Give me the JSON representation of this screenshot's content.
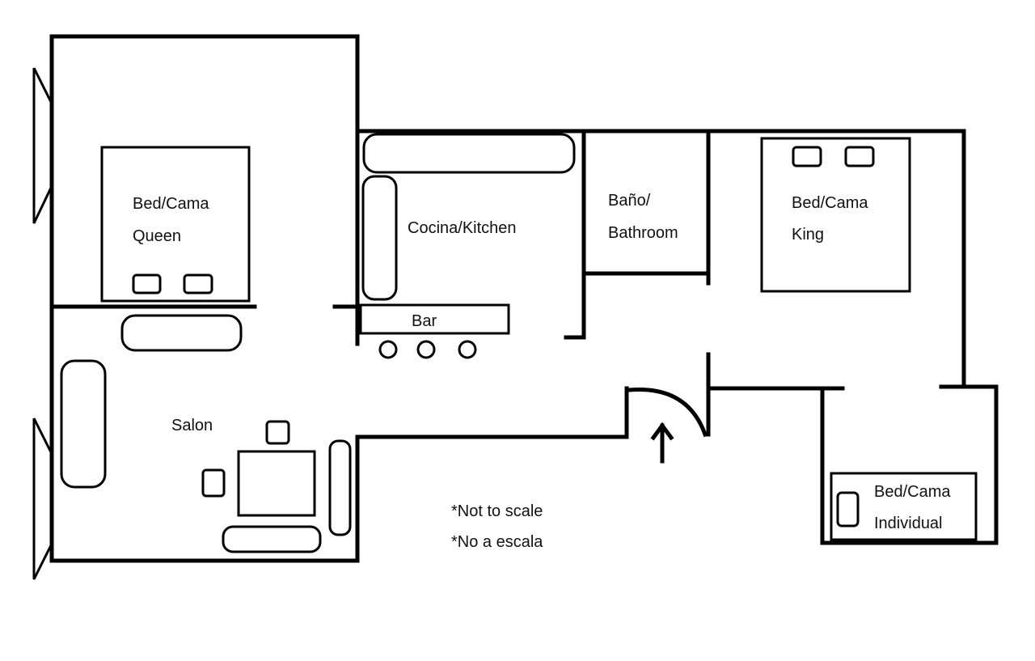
{
  "labels": {
    "bedroom_queen": {
      "line1": "Bed/Cama",
      "line2": "Queen"
    },
    "kitchen": "Cocina/Kitchen",
    "bar": "Bar",
    "bathroom": {
      "line1": "Baño/",
      "line2": "Bathroom"
    },
    "bedroom_king": {
      "line1": "Bed/Cama",
      "line2": "King"
    },
    "living": "Salon",
    "bedroom_single": {
      "line1": "Bed/Cama",
      "line2": "Individual"
    }
  },
  "notes": [
    "*Not to scale",
    "*No a escala"
  ]
}
